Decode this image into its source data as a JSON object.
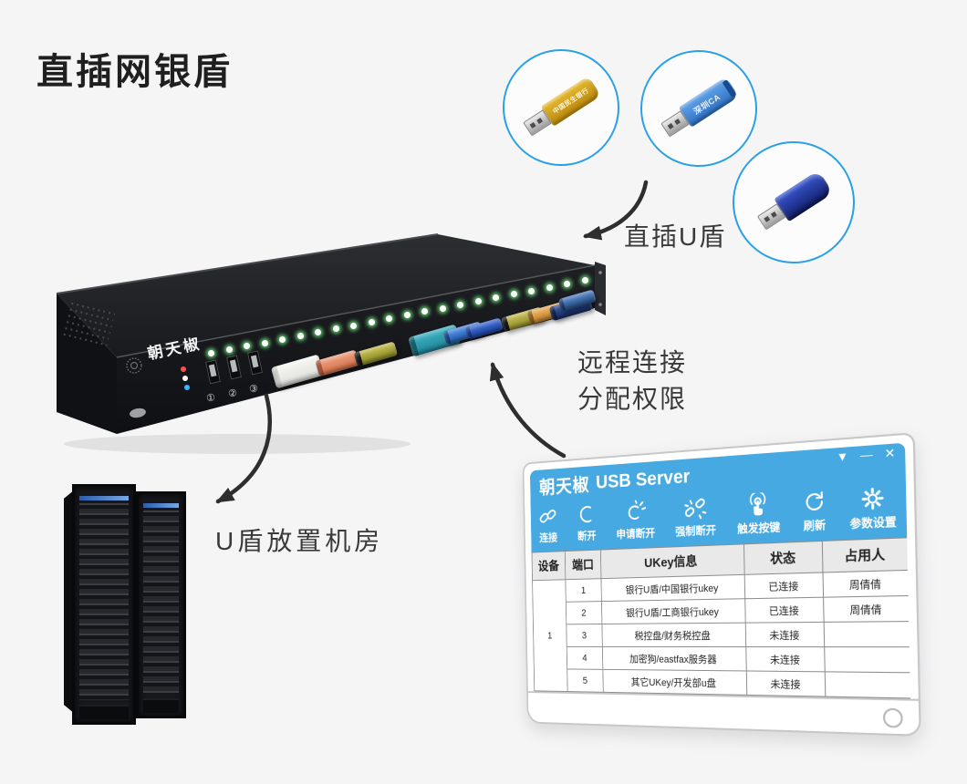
{
  "page": {
    "title": "直插网银盾"
  },
  "annotations": {
    "plug_label": "直插U盾",
    "remote_label_line1": "远程连接",
    "remote_label_line2": "分配权限",
    "room_label": "U盾放置机房"
  },
  "usb_keys": {
    "gold": {
      "brand_text": "中国民生银行"
    },
    "blue": {
      "brand_text": "深圳CA"
    },
    "navy": {
      "brand_text": ""
    }
  },
  "device": {
    "brand": "朝天椒",
    "port_labels": [
      "①",
      "②",
      "③"
    ],
    "led_strip_count": 22,
    "status_led_colors": [
      "#ff5050",
      "#ffffff",
      "#38b6ff"
    ]
  },
  "software": {
    "title_brand": "朝天椒",
    "title_app": "USB Server",
    "controls": [
      {
        "name": "dropdown",
        "glyph": "▼"
      },
      {
        "name": "minimize",
        "glyph": "—"
      },
      {
        "name": "close",
        "glyph": "✕"
      }
    ],
    "toolbar": [
      {
        "label": "连接",
        "icon": "link-icon"
      },
      {
        "label": "断开",
        "icon": "unlink-icon"
      },
      {
        "label": "申请断开",
        "icon": "request-disconnect-icon"
      },
      {
        "label": "强制断开",
        "icon": "force-disconnect-icon"
      },
      {
        "label": "触发按键",
        "icon": "trigger-key-icon"
      },
      {
        "label": "刷新",
        "icon": "refresh-icon"
      },
      {
        "label": "参数设置",
        "icon": "settings-icon"
      }
    ],
    "table": {
      "headers": [
        "设备",
        "端口",
        "UKey信息",
        "状态",
        "占用人"
      ],
      "device_group": "1",
      "rows": [
        {
          "port": "1",
          "ukey": "银行U盾/中国银行ukey",
          "status": "已连接",
          "user": "周倩倩"
        },
        {
          "port": "2",
          "ukey": "银行U盾/工商银行ukey",
          "status": "已连接",
          "user": "周倩倩"
        },
        {
          "port": "3",
          "ukey": "税控盘/财务税控盘",
          "status": "未连接",
          "user": ""
        },
        {
          "port": "4",
          "ukey": "加密狗/eastfax服务器",
          "status": "未连接",
          "user": ""
        },
        {
          "port": "5",
          "ukey": "其它UKey/开发部u盘",
          "status": "未连接",
          "user": ""
        }
      ]
    }
  },
  "colors": {
    "canvas_bg": "#f5f5f6",
    "circle_accent": "#29a0e8",
    "window_blue": "#47a9e2",
    "table_header_bg": "#e9e9e9",
    "arrow": "#2e2e2e"
  }
}
